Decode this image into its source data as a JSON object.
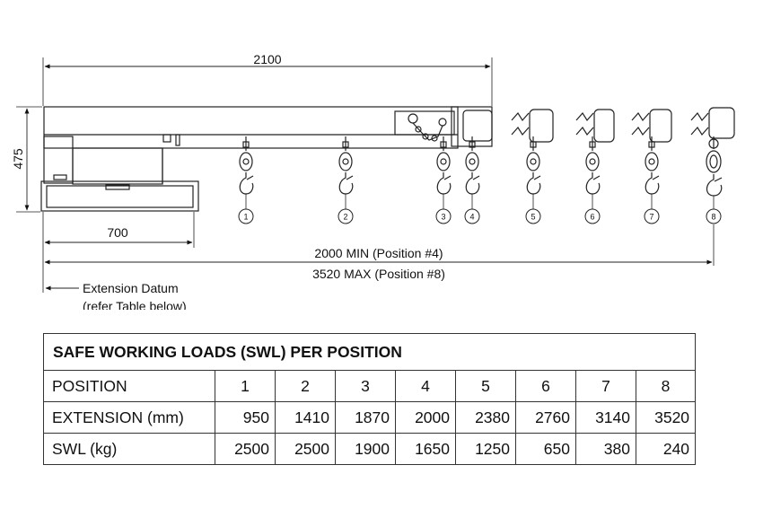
{
  "diagram": {
    "dims": {
      "overall_length": "2100",
      "height": "475",
      "base_length": "700",
      "min_extension": "2000 MIN (Position #4)",
      "max_extension": "3520 MAX (Position #8)"
    },
    "datum_note": {
      "line1": "Extension Datum",
      "line2": "(refer Table below)"
    },
    "position_markers": [
      "1",
      "2",
      "3",
      "4",
      "5",
      "6",
      "7",
      "8"
    ]
  },
  "table": {
    "title": "SAFE WORKING LOADS (SWL) PER POSITION",
    "rows": [
      {
        "label": "POSITION",
        "values": [
          "1",
          "2",
          "3",
          "4",
          "5",
          "6",
          "7",
          "8"
        ]
      },
      {
        "label": "EXTENSION (mm)",
        "values": [
          "950",
          "1410",
          "1870",
          "2000",
          "2380",
          "2760",
          "3140",
          "3520"
        ]
      },
      {
        "label": "SWL (kg)",
        "values": [
          "2500",
          "2500",
          "1900",
          "1650",
          "1250",
          "650",
          "380",
          "240"
        ]
      }
    ]
  }
}
